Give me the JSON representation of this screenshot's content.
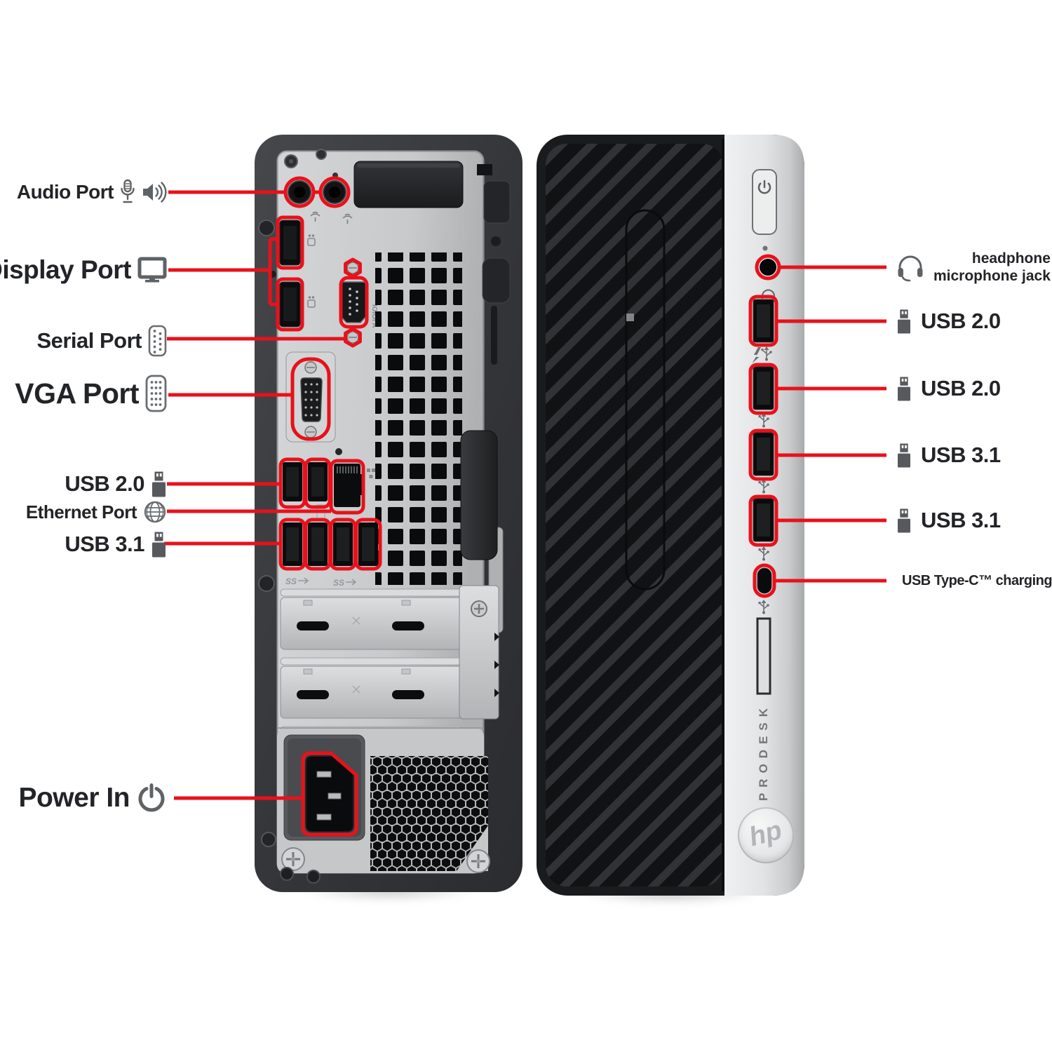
{
  "colors": {
    "callout_red": "#e8111b",
    "label_text": "#232427",
    "icon_gray": "#5f6265",
    "tower_dark": "#1a1b1d",
    "tower_silver": "#d6d8da"
  },
  "callouts": {
    "left": [
      {
        "id": "audio-port",
        "label": "Audio Port"
      },
      {
        "id": "display-port",
        "label": "Display Port"
      },
      {
        "id": "serial-port",
        "label": "Serial Port"
      },
      {
        "id": "vga-port",
        "label": "VGA Port"
      },
      {
        "id": "usb-20-rear",
        "label": "USB 2.0"
      },
      {
        "id": "ethernet-port",
        "label": "Ethernet Port"
      },
      {
        "id": "usb-31-rear",
        "label": "USB 3.1"
      },
      {
        "id": "power-in",
        "label": "Power In"
      }
    ],
    "right": [
      {
        "id": "headphone-jack",
        "line1": "headphone",
        "line2": "microphone jack"
      },
      {
        "id": "usb-20-front-1",
        "label": "USB 2.0"
      },
      {
        "id": "usb-20-front-2",
        "label": "USB 2.0"
      },
      {
        "id": "usb-31-front-1",
        "label": "USB 3.1"
      },
      {
        "id": "usb-31-front-2",
        "label": "USB 3.1"
      },
      {
        "id": "usb-type-c",
        "label": "USB Type-C™ charging port"
      }
    ]
  },
  "device": {
    "brand_text": "PRODESK",
    "logo_text": "hp",
    "rear_serial_marking": "IOIOI A",
    "rear_ss_marking": "SS"
  },
  "icons": {
    "microphone": "mic-icon",
    "speaker": "speaker-icon",
    "monitor": "monitor-icon",
    "serial_connector": "db9-icon",
    "vga_connector": "db15-icon",
    "usb_plug": "usb-plug-icon",
    "globe": "globe-icon",
    "power": "power-icon",
    "headset": "headset-icon"
  }
}
